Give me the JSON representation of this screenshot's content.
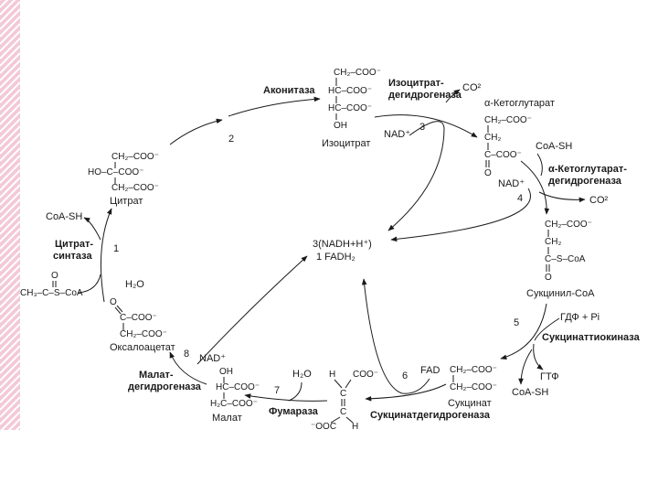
{
  "colors": {
    "stripe_pink": "#f3c9d8",
    "stripe_white": "#ffffff",
    "ink": "#1a1a1a"
  },
  "steps": [
    "1",
    "2",
    "3",
    "4",
    "5",
    "6",
    "7",
    "8"
  ],
  "center": {
    "nadh": "3(NADH+H⁺)",
    "fadh": "1 FADH₂"
  },
  "enzymes": {
    "citrate_synthase_1": "Цитрат-",
    "citrate_synthase_2": "синтаза",
    "aconitase": "Аконитаза",
    "icdh_1": "Изоцитрат-",
    "icdh_2": "дегидрогеназа",
    "akgdh_1": "α-Кетоглутарат-",
    "akgdh_2": "дегидрогеназа",
    "scs": "Сукцинаттиокиназа",
    "sdh": "Сукцинатдегидрогеназа",
    "fumarase": "Фумараза",
    "mdh_1": "Малат-",
    "mdh_2": "дегидрогеназа"
  },
  "compounds": {
    "citrate": "Цитрат",
    "isocitrate": "Изоцитрат",
    "akg": "α-Кетоглутарат",
    "succinyl_coa": "Сукцинил-CoA",
    "succinate": "Сукцинат",
    "malate": "Малат",
    "oxaloacetate": "Оксалоацетат"
  },
  "cofactors": {
    "coa_sh": "CoA-SH",
    "nad": "NAD⁺",
    "co2": "CO²",
    "fad": "FAD",
    "h2o": "H₂O",
    "gdp_pi": "ГДФ + Pi",
    "gtf": "ГТФ",
    "acetyl_coa": "CH₃–C–S–CoA"
  },
  "formula": {
    "ch2coo": "CH₂–COO⁻",
    "coo": "COO⁻",
    "ch": "HC–COO⁻",
    "oh": "OH",
    "ho_c_coo": "HO–C–COO⁻",
    "ch2": "CH₂",
    "c_eq": "C",
    "o": "O",
    "c_coo": "C–COO⁻",
    "h2c_coo": "H₂C–COO⁻",
    "h": "H",
    "ooc": "⁻OOC",
    "c_s_coa": "C–S–CoA"
  }
}
